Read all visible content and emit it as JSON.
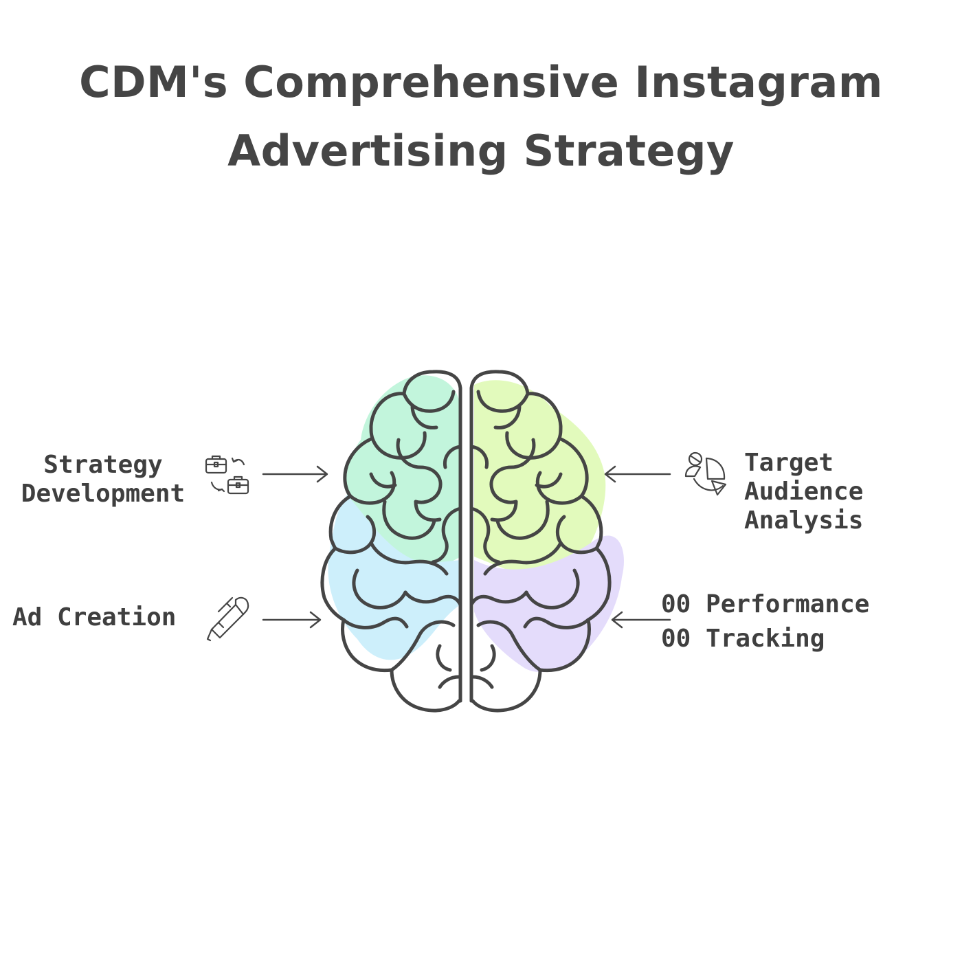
{
  "title": {
    "line1": "CDM's Comprehensive Instagram",
    "line2": "Advertising Strategy"
  },
  "labels": {
    "strategy_development": [
      "Strategy",
      "Development"
    ],
    "ad_creation": "Ad Creation",
    "target_audience_analysis": [
      "Target",
      "Audience",
      "Analysis"
    ],
    "performance_tracking": [
      "00 Performance",
      "00 Tracking"
    ]
  },
  "icons": {
    "strategy_development": "briefcase-swap-icon",
    "ad_creation": "pen-icon",
    "target_audience_analysis": "audience-pie-icon",
    "brain": "brain-icon"
  },
  "colors": {
    "ink": "#454545",
    "top_left_lobe": "#c2f5dc",
    "top_right_lobe": "#e2fabc",
    "bottom_left_lobe": "#cdeffb",
    "bottom_right_lobe": "#e4dcfb"
  }
}
